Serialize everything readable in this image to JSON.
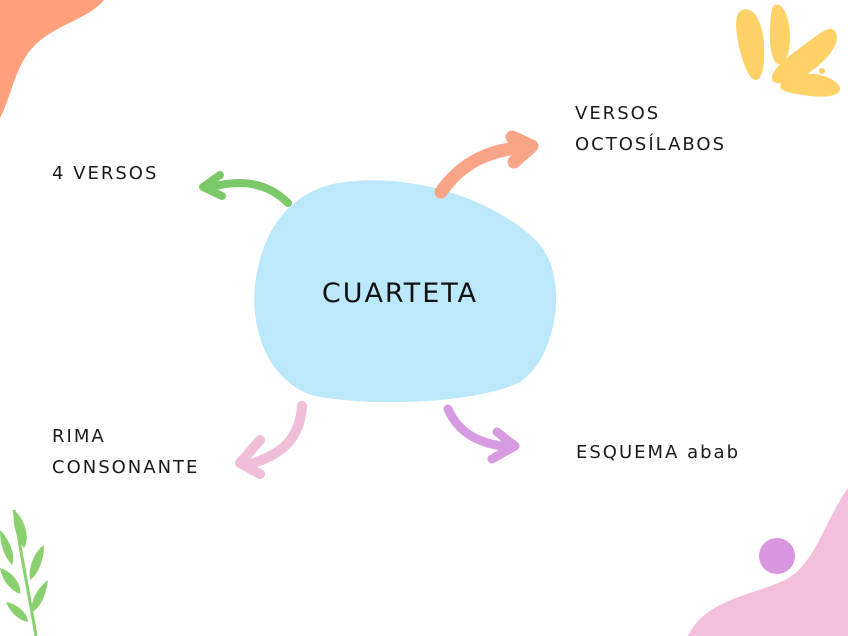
{
  "center": {
    "title": "CUARTETA"
  },
  "branches": {
    "top_left": {
      "lines": [
        "4 VERSOS"
      ]
    },
    "top_right": {
      "lines": [
        "VERSOS",
        "OCTOSÍLABOS"
      ]
    },
    "bottom_left": {
      "lines": [
        "RIMA",
        "CONSONANTE"
      ]
    },
    "bottom_right": {
      "lines": [
        "ESQUEMA abab"
      ]
    }
  },
  "colors": {
    "center_blob": "#bbe9fb",
    "arrow_green": "#7cc96a",
    "arrow_orange": "#f8a486",
    "arrow_pink": "#f1bed9",
    "arrow_violet": "#d79be2",
    "corner_orange": "#ff9f7c",
    "corner_yellow": "#ffd267",
    "corner_pink": "#f3bfdc",
    "corner_purple": "#d896e0",
    "leaf_green": "#8bd06f"
  }
}
